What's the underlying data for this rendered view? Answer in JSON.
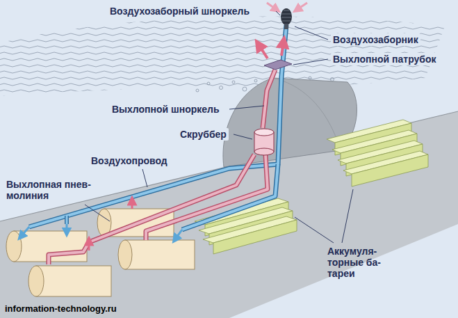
{
  "diagram": {
    "labels": [
      "Воздухозаборный шноркель",
      "Воздухозаборник",
      "Выхлопной патрубок",
      "Выхлопной шноркель",
      "Скруббер",
      "Воздухопровод",
      "Выхлопная пнев- молиния",
      "Аккумуля- торные ба- тареи",
      "information-technology.ru"
    ]
  }
}
